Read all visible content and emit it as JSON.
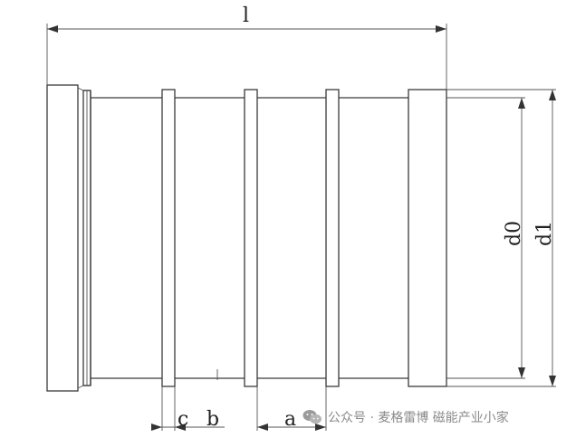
{
  "labels": {
    "length": "l",
    "inner_diameter": "d0",
    "outer_diameter": "d1",
    "dim_a": "a",
    "dim_b": "b",
    "dim_c": "c"
  },
  "watermark": {
    "icon": "wechat-icon",
    "text": "公众号 · 麦格雷博 磁能产业小家"
  }
}
